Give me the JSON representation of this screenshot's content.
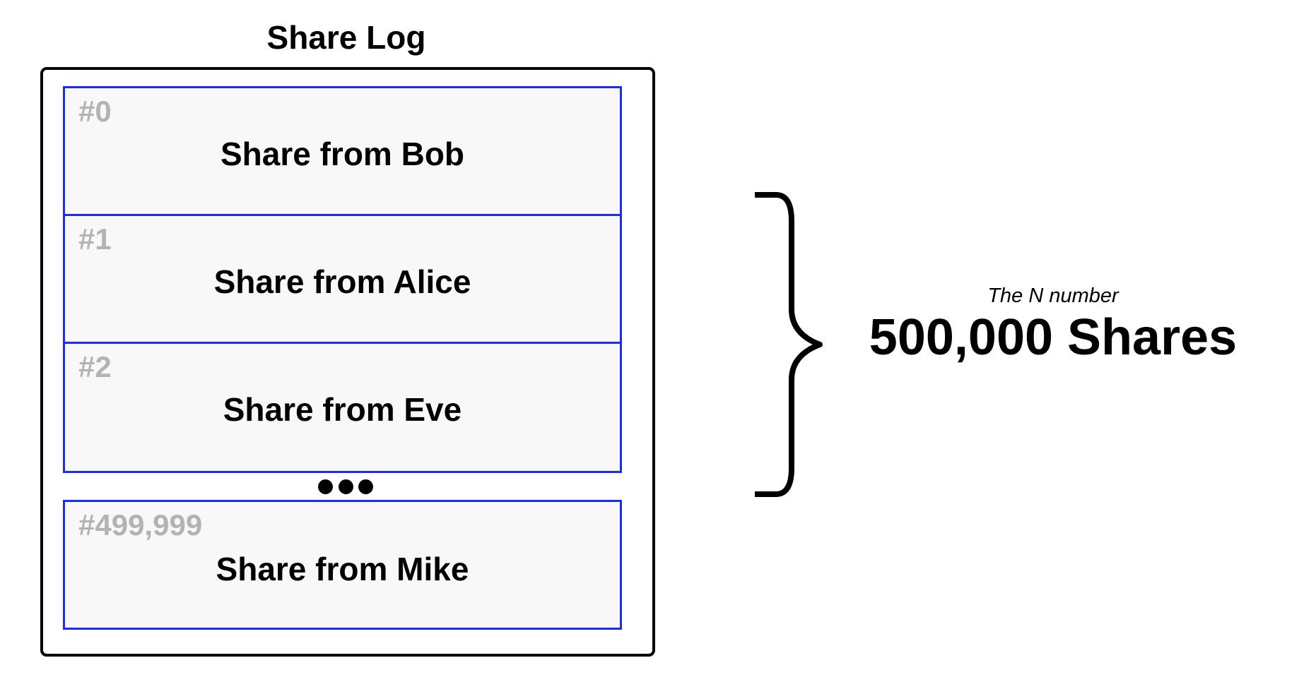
{
  "log": {
    "title": "Share Log",
    "entries": [
      {
        "index": "#0",
        "label": "Share from Bob"
      },
      {
        "index": "#1",
        "label": "Share from Alice"
      },
      {
        "index": "#2",
        "label": "Share from Eve"
      }
    ],
    "final_entry": {
      "index": "#499,999",
      "label": "Share from Mike"
    }
  },
  "summary": {
    "caption": "The N number",
    "value": "500,000 Shares"
  },
  "colors": {
    "entry_border": "#1b2df0",
    "entry_fill": "#f8f8f8",
    "index_text": "#b3b3b3"
  }
}
